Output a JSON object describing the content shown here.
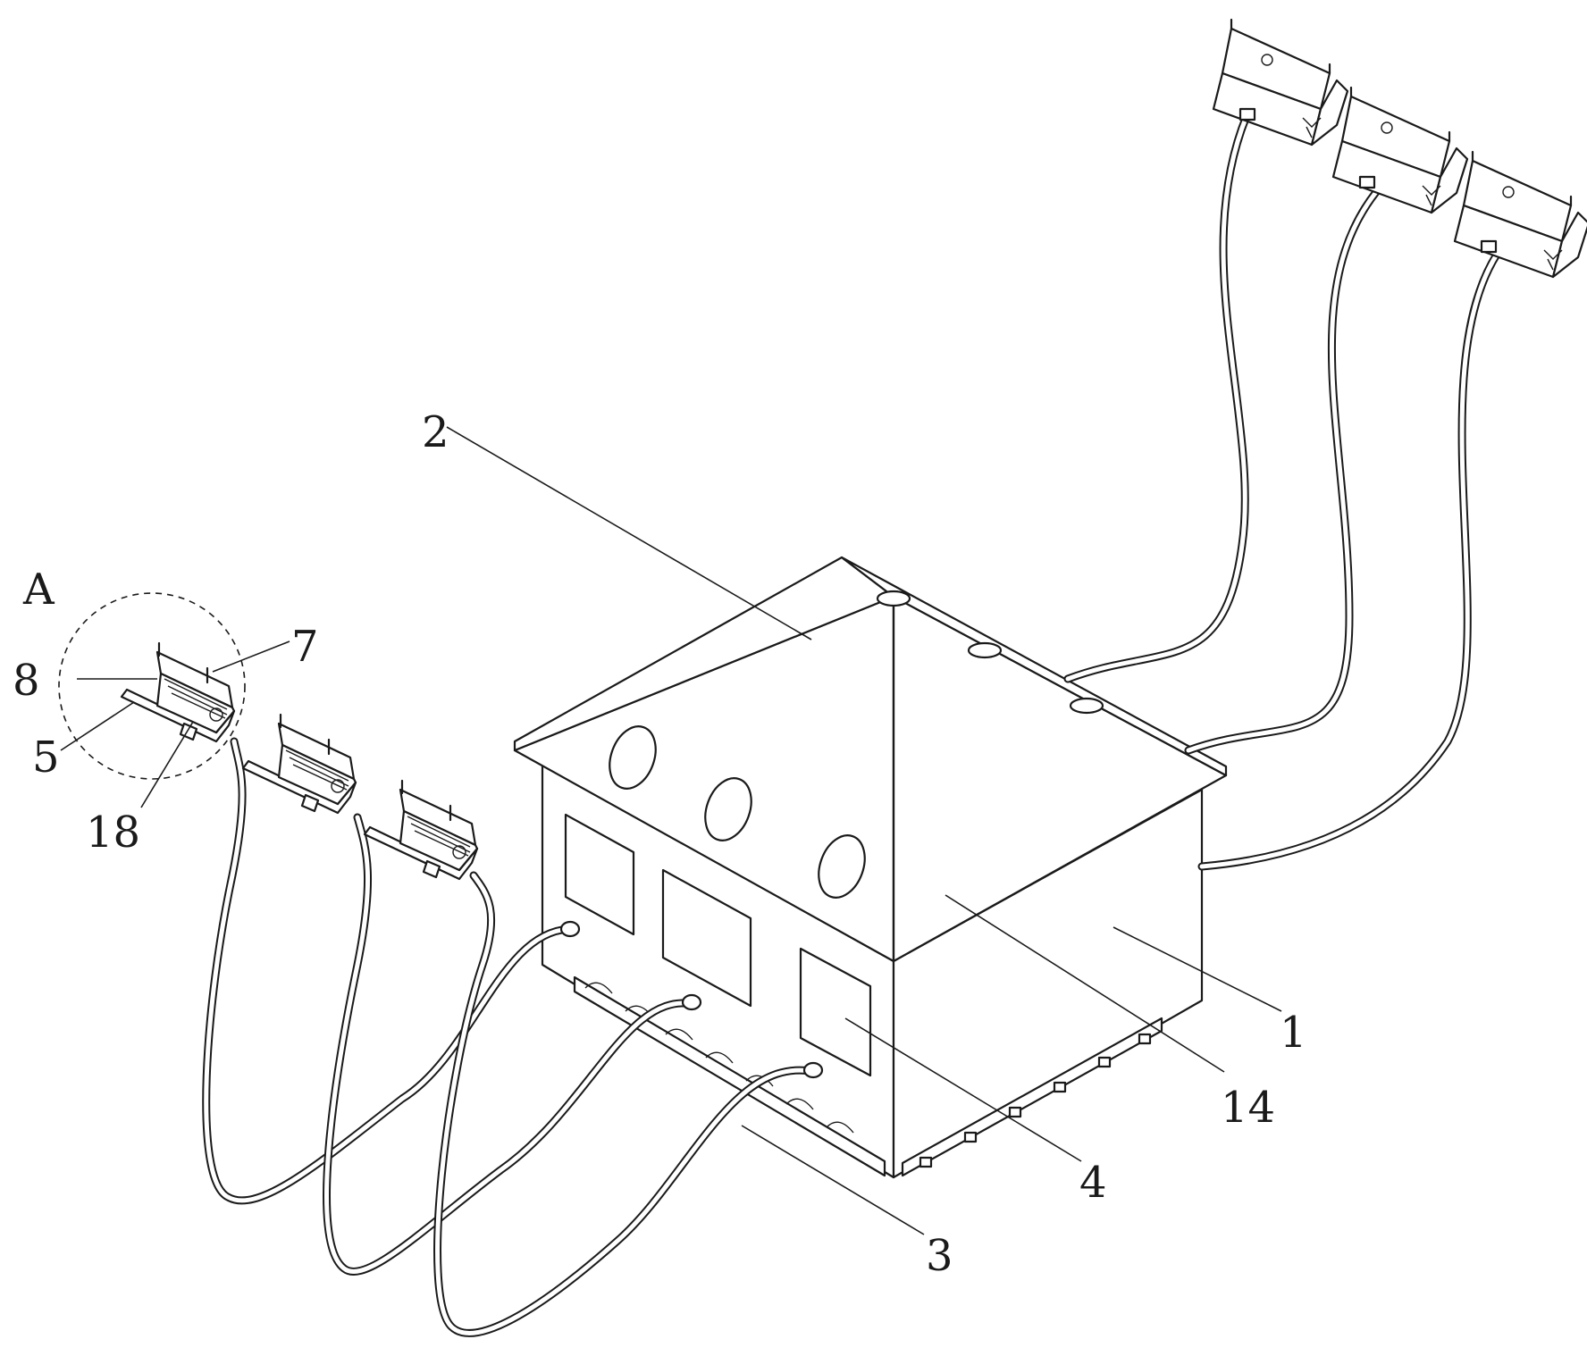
{
  "figure": {
    "detail_marker": "A",
    "labels": {
      "housing": "1",
      "roof": "2",
      "base_strip": "3",
      "window": "4",
      "clamp_base": "5",
      "clamp_part_7": "7",
      "clamp_part_8": "8",
      "roof_panel": "14",
      "clamp_part_18": "18"
    }
  }
}
